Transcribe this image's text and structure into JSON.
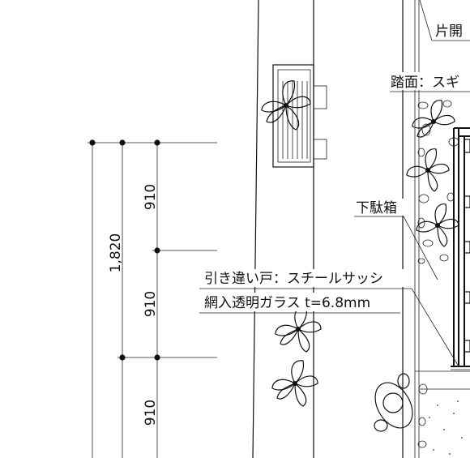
{
  "dimensions": {
    "total": "1,820",
    "segments": [
      "910",
      "910",
      "910"
    ]
  },
  "labels": {
    "katabiraki": "片開",
    "tsuramen": "踏面：スギ",
    "getabako": "下駄箱",
    "door_line1": "引き違い戸：スチールサッシ",
    "door_line2": "網入透明ガラス t=6.8mm"
  },
  "colors": {
    "line": "#111111",
    "background": "#ffffff"
  }
}
